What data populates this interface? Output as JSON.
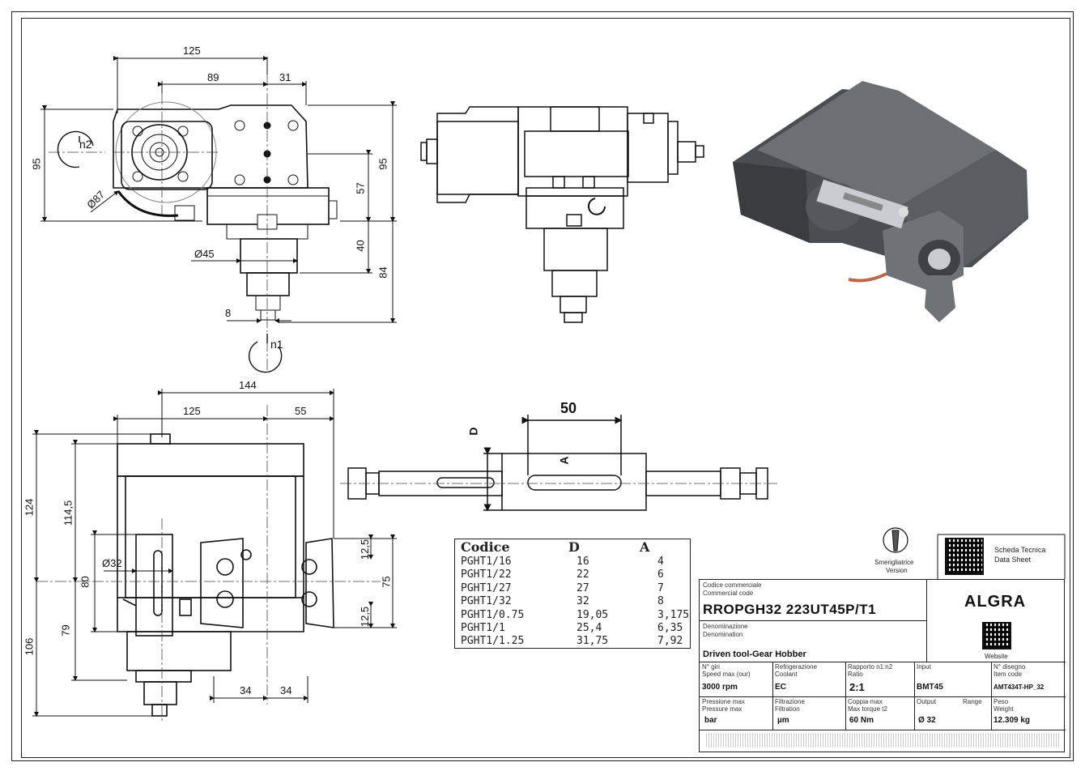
{
  "dimensions": {
    "top_left": {
      "d125": "125",
      "d89": "89",
      "d31": "31",
      "d95_left": "95",
      "d95_right": "95",
      "d57": "57",
      "d40": "40",
      "d84": "84",
      "d87": "Ø87",
      "d45": "Ø45",
      "d8": "8",
      "n1": "n1",
      "n2": "n2"
    },
    "bottom_left": {
      "d144": "144",
      "d125": "125",
      "d55": "55",
      "d124": "124",
      "d114_5": "114,5",
      "d32": "Ø32",
      "d80": "80",
      "d79": "79",
      "d106": "106",
      "d34a": "34",
      "d34b": "34",
      "d12_5a": "12,5",
      "d12_5b": "12,5",
      "d75": "75"
    },
    "shaft": {
      "d50": "50",
      "labelD": "D",
      "labelA": "A"
    }
  },
  "code_table": {
    "headers": {
      "code": "Codice",
      "d": "D",
      "a": "A"
    },
    "rows": [
      {
        "code": "PGHT1/16",
        "d": "16",
        "a": "4"
      },
      {
        "code": "PGHT1/22",
        "d": "22",
        "a": "6"
      },
      {
        "code": "PGHT1/27",
        "d": "27",
        "a": "7"
      },
      {
        "code": "PGHT1/32",
        "d": "32",
        "a": "8"
      },
      {
        "code": "PGHT1/0.75",
        "d": "19,05",
        "a": "3,175"
      },
      {
        "code": "PGHT1/1",
        "d": "25,4",
        "a": "6,35"
      },
      {
        "code": "PGHT1/1.25",
        "d": "31,75",
        "a": "7,92"
      }
    ]
  },
  "title_block": {
    "commercial_code_label_it": "Codice commerciale",
    "commercial_code_label_en": "Commercial code",
    "commercial_code": "RROPGH32 223UT45P/T1",
    "denomination_label_it": "Denominazione",
    "denomination_label_en": "Denomination",
    "denomination": "Driven tool-Gear Hobber",
    "brand": "ALGRA",
    "version_label_1": "Smerigliatrice",
    "version_label_2": "Version",
    "datasheet_label_1": "Scheda Tecnica",
    "datasheet_label_2": "Data Sheet",
    "website_label": "Website",
    "speed_label_1": "N° giri",
    "speed_label_2": "Speed max (our)",
    "speed": "3000 rpm",
    "coolant_label_1": "Refrigerazione",
    "coolant_label_2": "Coolant",
    "coolant": "EC",
    "ratio_label_1": "Rapporto n1:n2",
    "ratio_label_2": "Ratio",
    "ratio": "2:1",
    "input_label": "Input",
    "input": "BMT45",
    "item_label_1": "N° disegno",
    "item_label_2": "Item code",
    "item": "AMT434T-HP_32",
    "pressure_label_1": "Pressione max",
    "pressure_label_2": "Pressure max",
    "pressure": "bar",
    "filtration_label_1": "Filtrazione",
    "filtration_label_2": "Filtration",
    "filtration": "µm",
    "torque_label_1": "Coppia max",
    "torque_label_2": "Max torque t2",
    "torque": "60 Nm",
    "output_label": "Output",
    "range_label": "Range",
    "output": "Ø 32",
    "weight_label_1": "Peso",
    "weight_label_2": "Weight",
    "weight": "12.309 kg"
  }
}
